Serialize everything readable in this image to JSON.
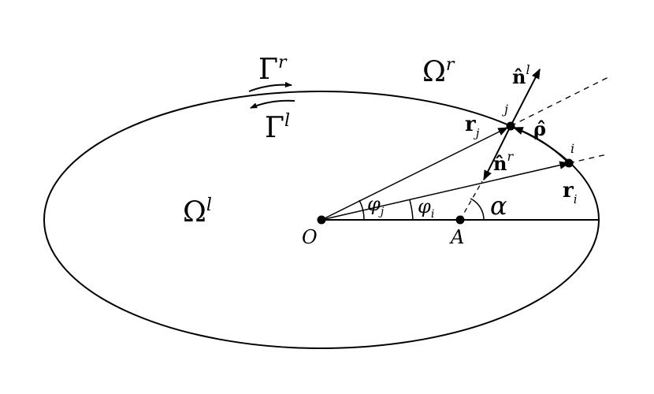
{
  "diagram": {
    "regions": {
      "interior": "Ω",
      "interior_sup": "l",
      "exterior": "Ω",
      "exterior_sup": "r"
    },
    "boundaries": {
      "gamma_r": "Γ",
      "gamma_r_sup": "r",
      "gamma_l": "Γ",
      "gamma_l_sup": "l"
    },
    "points": {
      "origin": "O",
      "center_a": "A",
      "point_i": "i",
      "point_j": "j"
    },
    "vectors": {
      "r_i": "r",
      "r_i_sub": "i",
      "r_j": "r",
      "r_j_sub": "j",
      "n_l": "n̂",
      "n_l_sup": "l",
      "n_r": "n̂",
      "n_r_sup": "r",
      "rho": "ρ̂"
    },
    "angles": {
      "phi_i": "φ",
      "phi_i_sub": "i",
      "phi_j": "φ",
      "phi_j_sub": "j",
      "alpha": "α"
    }
  }
}
